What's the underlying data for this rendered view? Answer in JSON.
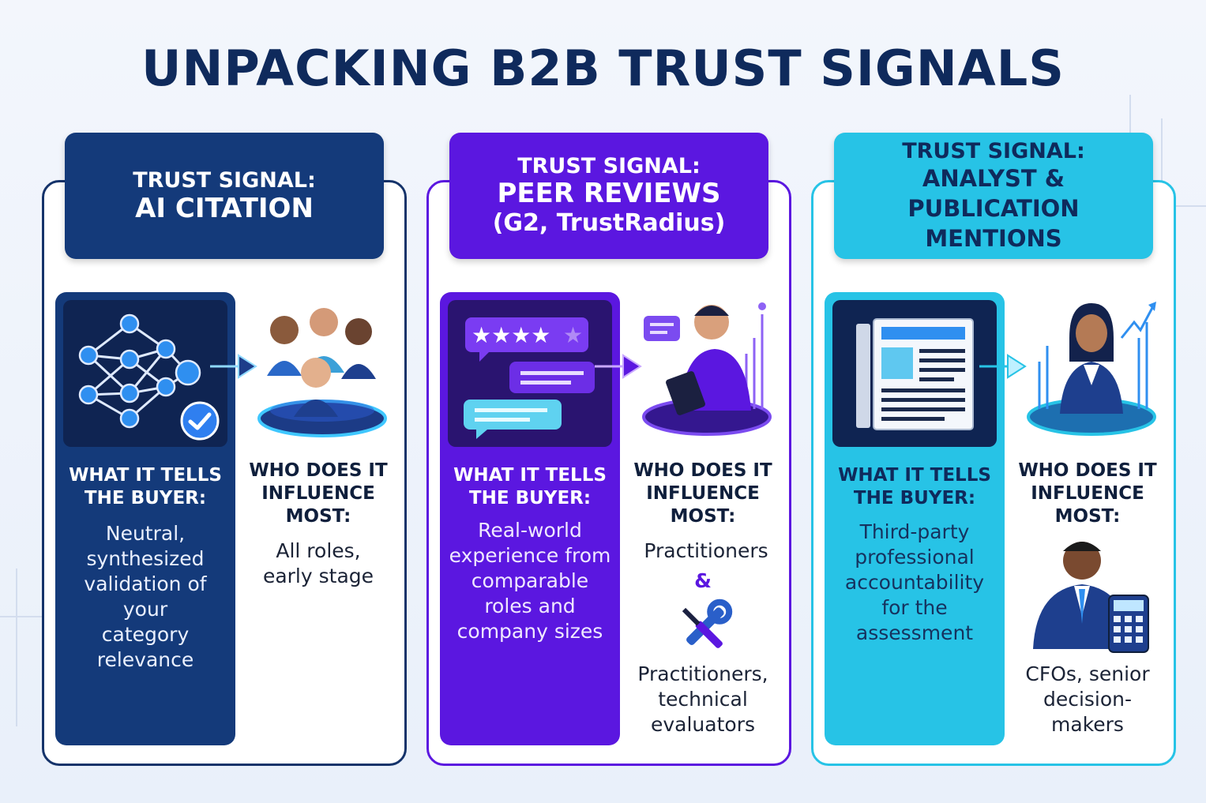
{
  "title": "UNPACKING B2B TRUST SIGNALS",
  "colors": {
    "navy": "#143a7a",
    "purple": "#5b17e0",
    "cyan": "#27c3e6",
    "title": "#0f2a5c"
  },
  "panels": [
    {
      "kicker": "TRUST SIGNAL:",
      "name_lines": [
        "AI CITATION"
      ],
      "what_label": "WHAT IT TELLS THE BUYER:",
      "what_desc": "Neutral, synthesized validation of your category relevance",
      "who_label": "WHO DOES IT INFLUENCE MOST:",
      "who_desc": "All roles, early stage",
      "icons": [
        "neural-network-icon",
        "checkmark-icon",
        "people-group-icon"
      ]
    },
    {
      "kicker": "TRUST SIGNAL:",
      "name_lines": [
        "PEER REVIEWS",
        "(G2, TrustRadius)"
      ],
      "what_label": "WHAT IT TELLS THE BUYER:",
      "what_desc": "Real-world experience from comparable roles and company sizes",
      "who_label": "WHO DOES IT INFLUENCE MOST:",
      "who_desc_1": "Practitioners",
      "who_amp": "&",
      "who_desc_2": "Practitioners, technical evaluators",
      "icons": [
        "review-bubbles-icon",
        "person-tablet-icon",
        "wrench-screwdriver-icon"
      ]
    },
    {
      "kicker": "TRUST SIGNAL:",
      "name_lines": [
        "ANALYST & PUBLICATION",
        "MENTIONS"
      ],
      "what_label": "WHAT IT TELLS THE BUYER:",
      "what_desc": "Third-party professional accountability for the assessment",
      "who_label": "WHO DOES IT INFLUENCE MOST:",
      "who_desc": "CFOs, senior decision-makers",
      "icons": [
        "newspaper-icon",
        "executive-woman-icon",
        "businessman-calculator-icon"
      ]
    }
  ]
}
